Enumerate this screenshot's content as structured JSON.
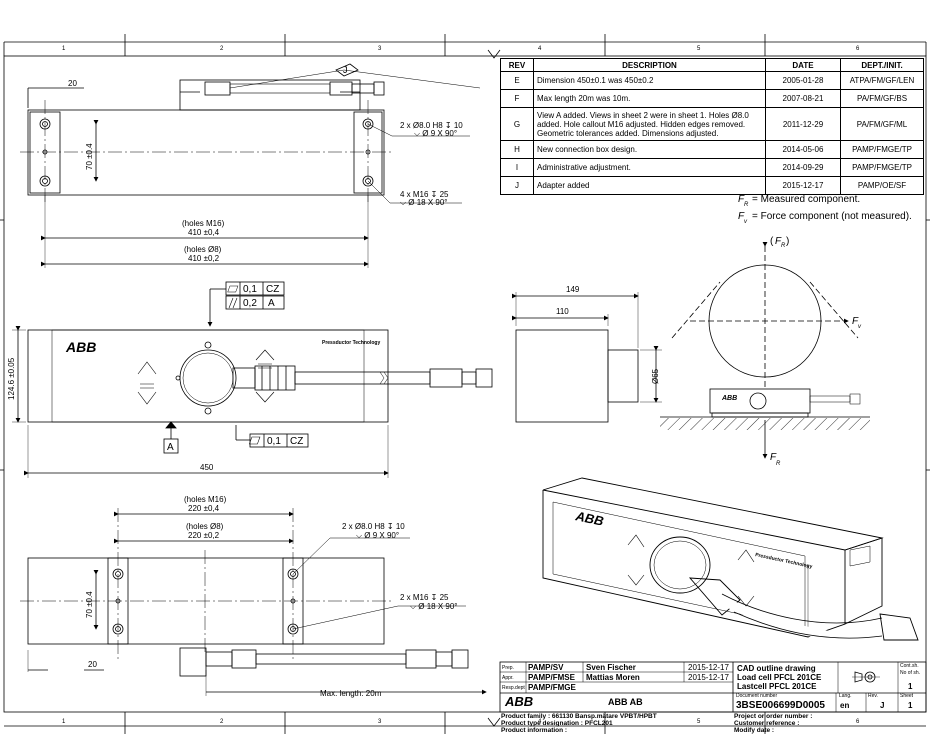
{
  "border": {
    "zones_top": [
      "1",
      "2",
      "3",
      "4",
      "5",
      "6"
    ],
    "zones_bottom": [
      "1",
      "2",
      "3",
      "4",
      "5",
      "6"
    ]
  },
  "revisions": {
    "headers": [
      "REV",
      "DESCRIPTION",
      "DATE",
      "DEPT./INIT."
    ],
    "rows": [
      {
        "rev": "E",
        "desc": "Dimension 450±0.1 was 450±0.2",
        "date": "2005-01-28",
        "dept": "ATPA/FM/GF/LEN"
      },
      {
        "rev": "F",
        "desc": "Max length 20m was 10m.",
        "date": "2007-08-21",
        "dept": "PA/FM/GF/BS"
      },
      {
        "rev": "G",
        "desc": "View A added. Views in sheet 2 were in sheet 1. Holes Ø8.0 added. Hole callout M16 adjusted. Hidden edges removed. Geometric tolerances added. Dimensions adjusted.",
        "date": "2011-12-29",
        "dept": "PA/FM/GF/ML"
      },
      {
        "rev": "H",
        "desc": "New connection box design.",
        "date": "2014-05-06",
        "dept": "PAMP/FMGE/TP"
      },
      {
        "rev": "I",
        "desc": "Administrative adjustment.",
        "date": "2014-09-29",
        "dept": "PAMP/FMGE/TP"
      },
      {
        "rev": "J",
        "desc": "Adapter added",
        "date": "2015-12-17",
        "dept": "PAMP/OE/SF"
      }
    ]
  },
  "notes": {
    "fr_text": "= Measured component.",
    "fv_text": "= Force component (not measured).",
    "f": "F",
    "sub_r": "R",
    "sub_v": "v"
  },
  "top_view": {
    "dim_20": "20",
    "dim_70": "70 ±0.4",
    "holes_m16_label": "(holes M16)",
    "holes_m16_dim": "410 ±0,4",
    "holes_8_label": "(holes Ø8)",
    "holes_8_dim": "410 ±0,2",
    "callout1_a": "2 x Ø8.0 H8 ↧ 10",
    "callout1_b": "⌵ Ø 9 X 90°",
    "callout2_a": "4 x M16 ↧ 25",
    "callout2_b": "⌵ Ø 18 X 90°",
    "view_label": "J"
  },
  "front_view": {
    "tol1_val": "0,1",
    "tol1_ref": "CZ",
    "tol2_val": "0,2",
    "tol2_ref": "A",
    "tol3_val": "0,1",
    "tol3_ref": "CZ",
    "datum": "A",
    "height_dim": "124.6 ±0.05",
    "length_dim": "450",
    "brand": "ABB",
    "tag": "Pressductor Technology"
  },
  "side_view": {
    "dim_149": "149",
    "dim_110": "110",
    "dim_65": "Ø65"
  },
  "bottom_view": {
    "holes_m16_label": "(holes M16)",
    "holes_m16_dim": "220 ±0,4",
    "holes_8_label": "(holes Ø8)",
    "holes_8_dim": "220 ±0,2",
    "dim_70": "70 ±0.4",
    "dim_20": "20",
    "callout1_a": "2 x Ø8.0 H8 ↧ 10",
    "callout1_b": "⌵ Ø 9 X 90°",
    "callout2_a": "2 x M16 ↧ 25",
    "callout2_b": "⌵ Ø 18 X 90°",
    "max_length": "Max. length: 20m"
  },
  "title_block": {
    "prep_label": "Prep.",
    "prep_dept": "PAMP/SV",
    "prep_name": "Sven Fischer",
    "prep_date": "2015-12-17",
    "appr_label": "Appr.",
    "appr_dept": "PAMP/FMSE",
    "appr_name": "Mattias Moren",
    "appr_date": "2015-12-17",
    "resp_label": "Resp.dept",
    "resp_dept": "PAMP/FMGE",
    "company": "ABB AB",
    "logo": "ABB",
    "title1": "CAD outline drawing",
    "title2": "Load cell PFCL 201CE",
    "title3": "Lastcell PFCL 201CE",
    "doc_label": "Document number",
    "doc_number": "3BSE006699D0005",
    "lang_label": "Lang.",
    "lang": "en",
    "rev_label": "Rev.",
    "rev": "J",
    "sheet_label": "Sheet",
    "sheet": "1",
    "cont_label": "Cont.sh.",
    "nosh_label": "No of sh.",
    "nosh": "1",
    "family": "Product family : 661130 Bansp.mätare VPBT/HPBT",
    "type": "Product type designation : PFCL201",
    "info": "Product information :",
    "order": "Project or order number :",
    "customer": "Customer reference :",
    "modify": "Modify date :"
  }
}
